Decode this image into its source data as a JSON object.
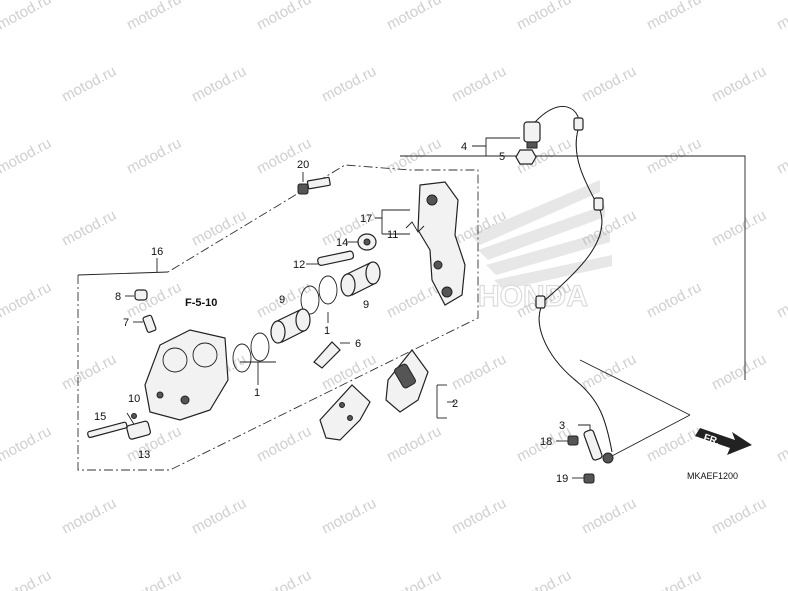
{
  "diagram": {
    "code": "MKAEF1200",
    "section_ref": "F-5-10",
    "direction_label": "FR.",
    "brand_watermark": "HONDA",
    "watermark_text": "motod.ru",
    "callouts": {
      "c1a": "1",
      "c1b": "1",
      "c2": "2",
      "c3": "3",
      "c4": "4",
      "c5": "5",
      "c6": "6",
      "c7": "7",
      "c8": "8",
      "c9a": "9",
      "c9b": "9",
      "c10": "10",
      "c11": "11",
      "c12": "12",
      "c13": "13",
      "c14": "14",
      "c15": "15",
      "c16": "16",
      "c17": "17",
      "c18": "18",
      "c19": "19",
      "c20": "20"
    }
  }
}
